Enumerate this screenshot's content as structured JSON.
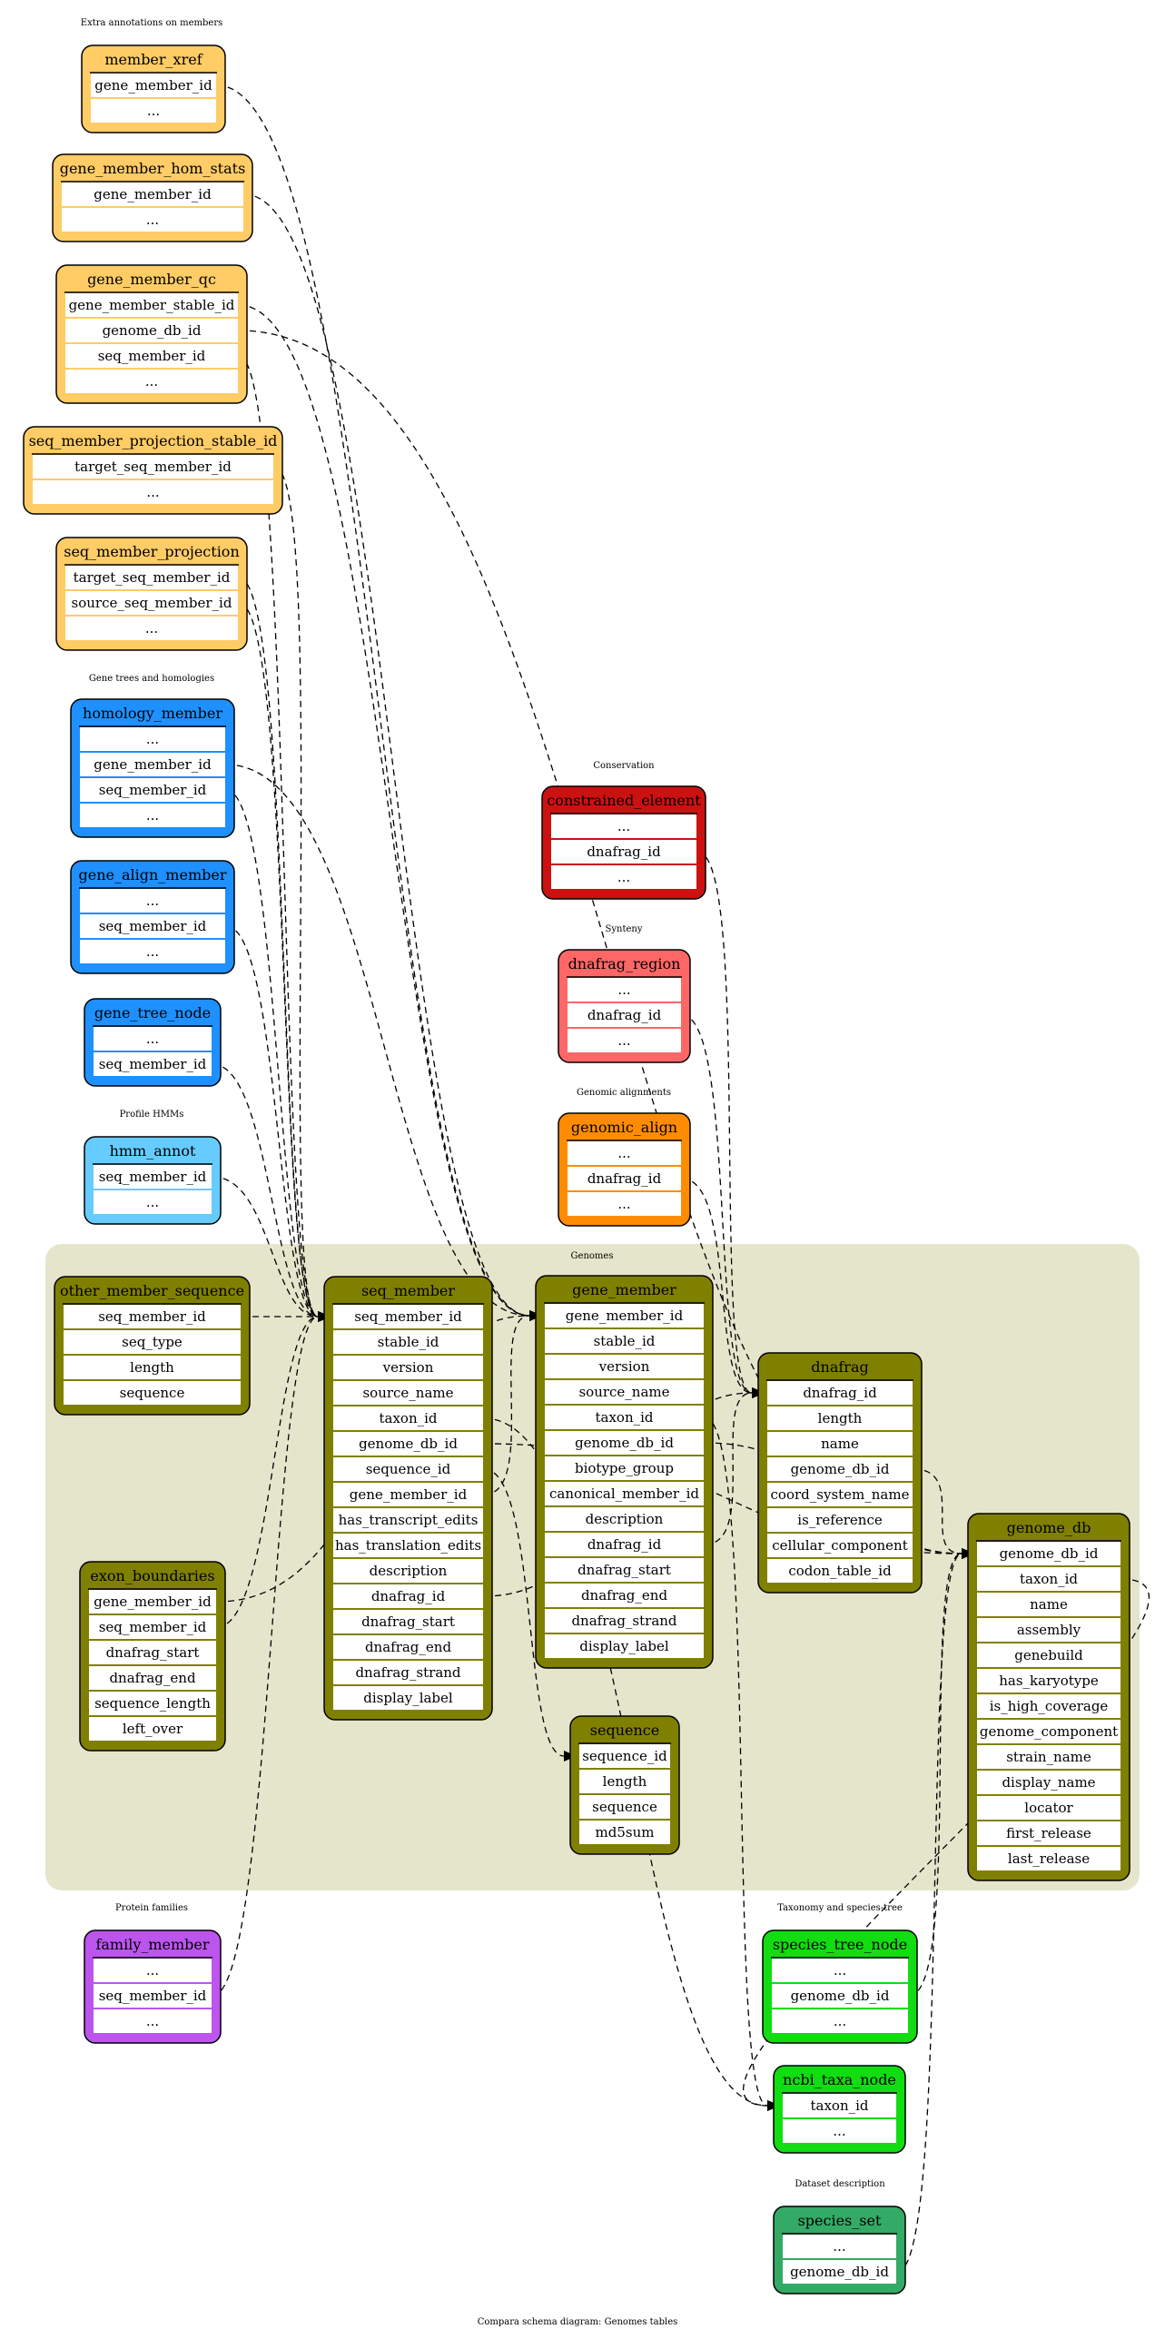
{
  "diagram": {
    "caption": "Compara schema diagram: Genomes tables",
    "clusters": [
      {
        "id": "extra",
        "label": "Extra annotations on members"
      },
      {
        "id": "genetrees",
        "label": "Gene trees and homologies"
      },
      {
        "id": "profile",
        "label": "Profile HMMs"
      },
      {
        "id": "conservation",
        "label": "Conservation"
      },
      {
        "id": "synteny",
        "label": "Synteny"
      },
      {
        "id": "genomic",
        "label": "Genomic alignments"
      },
      {
        "id": "genomes",
        "label": "Genomes"
      },
      {
        "id": "families",
        "label": "Protein families"
      },
      {
        "id": "taxonomy",
        "label": "Taxonomy and species-tree"
      },
      {
        "id": "dataset",
        "label": "Dataset description"
      }
    ],
    "colors": {
      "extra": "#ffcc66",
      "genetrees": "#1e90ff",
      "profile": "#66ccff",
      "conservation": "#cc1111",
      "synteny": "#ff6666",
      "genomic": "#ff8c00",
      "genomes": "#808000",
      "genomes_background": "#e5e5cc",
      "families": "#bb55ee",
      "taxonomy": "#11dd11",
      "dataset": "#33aa66"
    },
    "tables": [
      {
        "id": "member_xref",
        "name": "member_xref",
        "cluster": "extra",
        "rows": [
          "gene_member_id",
          "..."
        ]
      },
      {
        "id": "gene_member_hom_stats",
        "name": "gene_member_hom_stats",
        "cluster": "extra",
        "rows": [
          "gene_member_id",
          "..."
        ]
      },
      {
        "id": "gene_member_qc",
        "name": "gene_member_qc",
        "cluster": "extra",
        "rows": [
          "gene_member_stable_id",
          "genome_db_id",
          "seq_member_id",
          "..."
        ]
      },
      {
        "id": "seq_member_projection_stable_id",
        "name": "seq_member_projection_stable_id",
        "cluster": "extra",
        "rows": [
          "target_seq_member_id",
          "..."
        ]
      },
      {
        "id": "seq_member_projection",
        "name": "seq_member_projection",
        "cluster": "extra",
        "rows": [
          "target_seq_member_id",
          "source_seq_member_id",
          "..."
        ]
      },
      {
        "id": "homology_member",
        "name": "homology_member",
        "cluster": "genetrees",
        "rows": [
          "...",
          "gene_member_id",
          "seq_member_id",
          "..."
        ]
      },
      {
        "id": "gene_align_member",
        "name": "gene_align_member",
        "cluster": "genetrees",
        "rows": [
          "...",
          "seq_member_id",
          "..."
        ]
      },
      {
        "id": "gene_tree_node",
        "name": "gene_tree_node",
        "cluster": "genetrees",
        "rows": [
          "...",
          "seq_member_id"
        ]
      },
      {
        "id": "hmm_annot",
        "name": "hmm_annot",
        "cluster": "profile",
        "rows": [
          "seq_member_id",
          "..."
        ]
      },
      {
        "id": "constrained_element",
        "name": "constrained_element",
        "cluster": "conservation",
        "rows": [
          "...",
          "dnafrag_id",
          "..."
        ]
      },
      {
        "id": "dnafrag_region",
        "name": "dnafrag_region",
        "cluster": "synteny",
        "rows": [
          "...",
          "dnafrag_id",
          "..."
        ]
      },
      {
        "id": "genomic_align",
        "name": "genomic_align",
        "cluster": "genomic",
        "rows": [
          "...",
          "dnafrag_id",
          "..."
        ]
      },
      {
        "id": "other_member_sequence",
        "name": "other_member_sequence",
        "cluster": "genomes",
        "rows": [
          "seq_member_id",
          "seq_type",
          "length",
          "sequence"
        ]
      },
      {
        "id": "exon_boundaries",
        "name": "exon_boundaries",
        "cluster": "genomes",
        "rows": [
          "gene_member_id",
          "seq_member_id",
          "dnafrag_start",
          "dnafrag_end",
          "sequence_length",
          "left_over"
        ]
      },
      {
        "id": "seq_member",
        "name": "seq_member",
        "cluster": "genomes",
        "rows": [
          "seq_member_id",
          "stable_id",
          "version",
          "source_name",
          "taxon_id",
          "genome_db_id",
          "sequence_id",
          "gene_member_id",
          "has_transcript_edits",
          "has_translation_edits",
          "description",
          "dnafrag_id",
          "dnafrag_start",
          "dnafrag_end",
          "dnafrag_strand",
          "display_label"
        ]
      },
      {
        "id": "gene_member",
        "name": "gene_member",
        "cluster": "genomes",
        "rows": [
          "gene_member_id",
          "stable_id",
          "version",
          "source_name",
          "taxon_id",
          "genome_db_id",
          "biotype_group",
          "canonical_member_id",
          "description",
          "dnafrag_id",
          "dnafrag_start",
          "dnafrag_end",
          "dnafrag_strand",
          "display_label"
        ]
      },
      {
        "id": "dnafrag",
        "name": "dnafrag",
        "cluster": "genomes",
        "rows": [
          "dnafrag_id",
          "length",
          "name",
          "genome_db_id",
          "coord_system_name",
          "is_reference",
          "cellular_component",
          "codon_table_id"
        ]
      },
      {
        "id": "sequence",
        "name": "sequence",
        "cluster": "genomes",
        "rows": [
          "sequence_id",
          "length",
          "sequence",
          "md5sum"
        ]
      },
      {
        "id": "genome_db",
        "name": "genome_db",
        "cluster": "genomes",
        "rows": [
          "genome_db_id",
          "taxon_id",
          "name",
          "assembly",
          "genebuild",
          "has_karyotype",
          "is_high_coverage",
          "genome_component",
          "strain_name",
          "display_name",
          "locator",
          "first_release",
          "last_release"
        ]
      },
      {
        "id": "family_member",
        "name": "family_member",
        "cluster": "families",
        "rows": [
          "...",
          "seq_member_id",
          "..."
        ]
      },
      {
        "id": "species_tree_node",
        "name": "species_tree_node",
        "cluster": "taxonomy",
        "rows": [
          "...",
          "genome_db_id",
          "..."
        ]
      },
      {
        "id": "ncbi_taxa_node",
        "name": "ncbi_taxa_node",
        "cluster": "taxonomy",
        "rows": [
          "taxon_id",
          "..."
        ]
      },
      {
        "id": "species_set",
        "name": "species_set",
        "cluster": "dataset",
        "rows": [
          "...",
          "genome_db_id"
        ]
      }
    ],
    "edges": [
      {
        "from": "member_xref",
        "from_row": 0,
        "to": "gene_member",
        "to_row": 0
      },
      {
        "from": "gene_member_hom_stats",
        "from_row": 0,
        "to": "gene_member",
        "to_row": 0
      },
      {
        "from": "gene_member_qc",
        "from_row": 0,
        "to": "gene_member",
        "to_row": 0
      },
      {
        "from": "gene_member_qc",
        "from_row": 1,
        "to": "genome_db",
        "to_row": 0
      },
      {
        "from": "gene_member_qc",
        "from_row": 2,
        "to": "seq_member",
        "to_row": 0
      },
      {
        "from": "seq_member_projection_stable_id",
        "from_row": 0,
        "to": "seq_member",
        "to_row": 0
      },
      {
        "from": "seq_member_projection",
        "from_row": 0,
        "to": "seq_member",
        "to_row": 0
      },
      {
        "from": "seq_member_projection",
        "from_row": 1,
        "to": "seq_member",
        "to_row": 0
      },
      {
        "from": "homology_member",
        "from_row": 1,
        "to": "gene_member",
        "to_row": 0
      },
      {
        "from": "homology_member",
        "from_row": 2,
        "to": "seq_member",
        "to_row": 0
      },
      {
        "from": "gene_align_member",
        "from_row": 1,
        "to": "seq_member",
        "to_row": 0
      },
      {
        "from": "gene_tree_node",
        "from_row": 1,
        "to": "seq_member",
        "to_row": 0
      },
      {
        "from": "hmm_annot",
        "from_row": 0,
        "to": "seq_member",
        "to_row": 0
      },
      {
        "from": "constrained_element",
        "from_row": 1,
        "to": "dnafrag",
        "to_row": 0
      },
      {
        "from": "dnafrag_region",
        "from_row": 1,
        "to": "dnafrag",
        "to_row": 0
      },
      {
        "from": "genomic_align",
        "from_row": 1,
        "to": "dnafrag",
        "to_row": 0
      },
      {
        "from": "other_member_sequence",
        "from_row": 0,
        "to": "seq_member",
        "to_row": 0
      },
      {
        "from": "exon_boundaries",
        "from_row": 0,
        "to": "gene_member",
        "to_row": 0
      },
      {
        "from": "exon_boundaries",
        "from_row": 1,
        "to": "seq_member",
        "to_row": 0
      },
      {
        "from": "seq_member",
        "from_row": 4,
        "to": "ncbi_taxa_node",
        "to_row": 0
      },
      {
        "from": "seq_member",
        "from_row": 5,
        "to": "genome_db",
        "to_row": 0
      },
      {
        "from": "seq_member",
        "from_row": 6,
        "to": "sequence",
        "to_row": 0
      },
      {
        "from": "seq_member",
        "from_row": 7,
        "to": "gene_member",
        "to_row": 0
      },
      {
        "from": "seq_member",
        "from_row": 11,
        "to": "dnafrag",
        "to_row": 0
      },
      {
        "from": "gene_member",
        "from_row": 4,
        "to": "ncbi_taxa_node",
        "to_row": 0
      },
      {
        "from": "gene_member",
        "from_row": 5,
        "to": "genome_db",
        "to_row": 0
      },
      {
        "from": "gene_member",
        "from_row": 9,
        "to": "dnafrag",
        "to_row": 0
      },
      {
        "from": "dnafrag",
        "from_row": 3,
        "to": "genome_db",
        "to_row": 0
      },
      {
        "from": "genome_db",
        "from_row": 1,
        "to": "ncbi_taxa_node",
        "to_row": 0
      },
      {
        "from": "family_member",
        "from_row": 1,
        "to": "seq_member",
        "to_row": 0
      },
      {
        "from": "species_tree_node",
        "from_row": 1,
        "to": "genome_db",
        "to_row": 0
      },
      {
        "from": "species_set",
        "from_row": 1,
        "to": "genome_db",
        "to_row": 0
      }
    ]
  }
}
